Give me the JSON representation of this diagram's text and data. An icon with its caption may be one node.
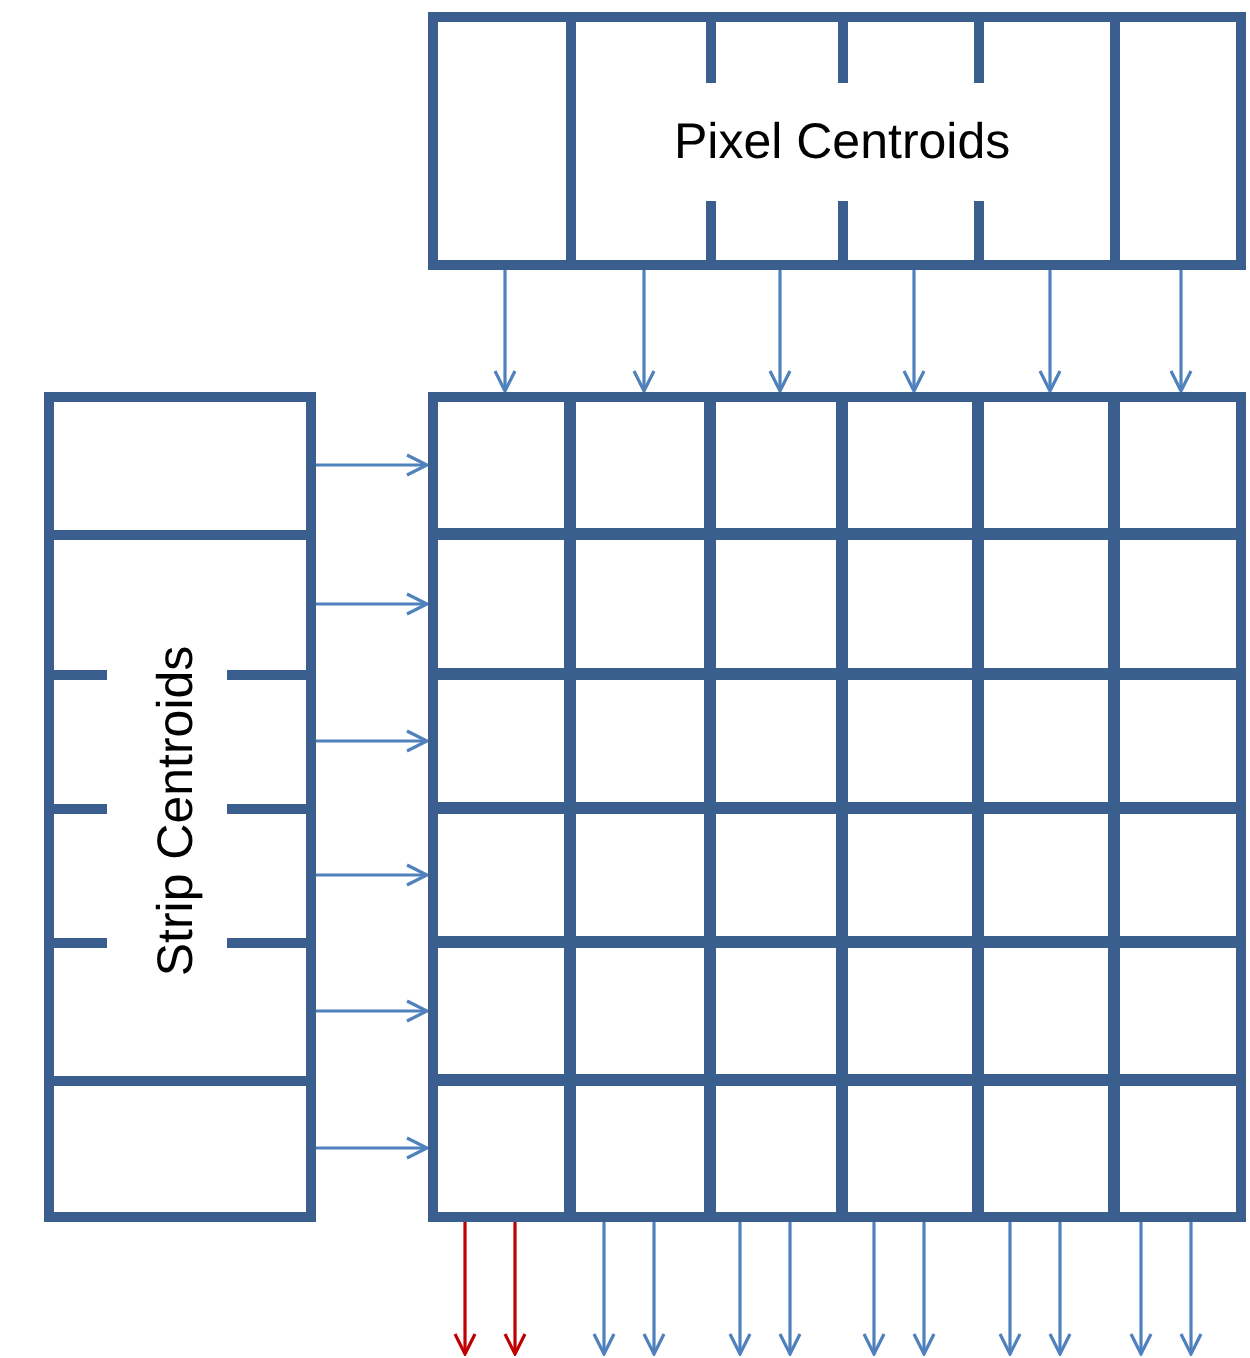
{
  "diagram": {
    "nodes": [
      {
        "text": [
          "Pixel Centroids"
        ]
      },
      {
        "text": [
          "Strip Centroids"
        ]
      },
      {
        "text": [],
        "shape": "box"
      },
      {
        "text": [],
        "shape": "box",
        "in": 2
      },
      {
        "text": [],
        "shape": "box",
        "in": 2
      },
      {
        "text": [],
        "shape": "box",
        "in": 2
      },
      {
        "text": [],
        "shape": "box",
        "in": 2
      },
      {
        "text": [],
        "shape": "box",
        "in": 2
      },
      {
        "text": [],
        "shape": "box",
        "in": 2
      },
      {
        "text": [],
        "shape": "box",
        "in": 2
      },
      {
        "text": [],
        "shape": "box",
        "in": 2
      },
      {
        "text": [],
        "shape": "box",
        "in": 2
      },
      {
        "text": [],
        "shape": "box",
        "in": 2
      },
      {
        "text": [],
        "shape": "box",
        "in": 2
      },
      {
        "text": [],
        "shape": "box",
        "in": 2
      },
      {
        "text": [],
        "shape": "box",
        "in": 2
      },
      {
        "text": [],
        "shape": "box",
        "in": 2
      },
      {
        "text": [],
        "shape": "box",
        "in": 2
      },
      {
        "text": [],
        "shape": "box",
        "in": 2
      },
      {
        "text": [],
        "shape": "box",
        "in": 2
      },
      {
        "text": [],
        "shape": "box",
        "in": 2
      },
      {
        "text": [],
        "shape": "box",
        "in": 2
      },
      {
        "text": [],
        "shape": "box",
        "in": 2
      },
      {
        "text": [],
        "shape": "box",
        "in": 2
      },
      {
        "text": [],
        "shape": "box",
        "in": 2
      },
      {
        "text": [],
        "shape": "box",
        "in": 2
      },
      {
        "text": [],
        "shape": "box",
        "in": 2
      },
      {
        "text": [],
        "shape": "box",
        "in": 2
      },
      {
        "text": [],
        "shape": "box",
        "in": 2
      },
      {
        "text": [],
        "shape": "box",
        "in": 2
      },
      {
        "text": [],
        "shape": "box",
        "in": 2
      },
      {
        "text": [],
        "shape": "box",
        "in": 2
      },
      {
        "text": [],
        "shape": "box",
        "in": 2
      },
      {
        "text": [],
        "shape": "box",
        "in": 2
      },
      {
        "text": [],
        "shape": "box",
        "in": 2
      },
      {
        "text": [],
        "shape": "box",
        "in": 2
      },
      {
        "text": [],
        "shape": "box",
        "in": 2
      },
      {
        "text": [],
        "shape": "box",
        "in": 2
      },
      {
        "text": [],
        "shape": "box",
        "in": 2
      }
    ],
    "edges": [
      {
        "from": 0,
        "to": 3,
        "arrow": "to"
      },
      {
        "from": 0,
        "to": 4,
        "arrow": "to"
      },
      {
        "from": 0,
        "to": 5,
        "arrow": "to"
      },
      {
        "from": 0,
        "to": 6,
        "arrow": "to"
      },
      {
        "from": 0,
        "to": 7,
        "arrow": "to"
      },
      {
        "from": 0,
        "to": 8,
        "arrow": "to"
      },
      {
        "from": 1,
        "to": 3,
        "arrow": "to"
      },
      {
        "from": 1,
        "to": 9,
        "arrow": "to"
      },
      {
        "from": 1,
        "to": 15,
        "arrow": "to"
      },
      {
        "from": 1,
        "to": 21,
        "arrow": "to"
      },
      {
        "from": 1,
        "to": 27,
        "arrow": "to"
      },
      {
        "from": 1,
        "to": 33,
        "arrow": "to"
      },
      {
        "from": 33,
        "to": null,
        "arrow": "to",
        "color": "#c00000"
      },
      {
        "from": 33,
        "to": null,
        "arrow": "to",
        "color": "#c00000"
      },
      {
        "from": 34,
        "to": null,
        "arrow": "to"
      },
      {
        "from": 34,
        "to": null,
        "arrow": "to"
      },
      {
        "from": 35,
        "to": null,
        "arrow": "to"
      },
      {
        "from": 35,
        "to": null,
        "arrow": "to"
      },
      {
        "from": 36,
        "to": null,
        "arrow": "to"
      },
      {
        "from": 36,
        "to": null,
        "arrow": "to"
      },
      {
        "from": 37,
        "to": null,
        "arrow": "to"
      },
      {
        "from": 37,
        "to": null,
        "arrow": "to"
      },
      {
        "from": 38,
        "to": null,
        "arrow": "to"
      },
      {
        "from": 38,
        "to": null,
        "arrow": "to"
      }
    ]
  }
}
